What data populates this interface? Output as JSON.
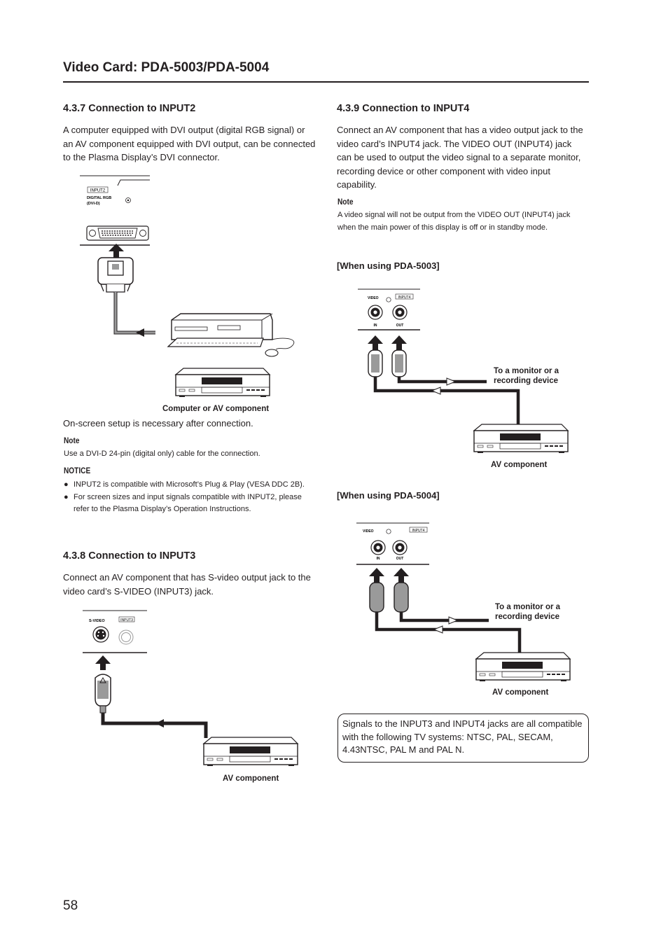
{
  "page": {
    "title": "Video Card: PDA-5003/PDA-5004",
    "page_number": "58"
  },
  "input2": {
    "heading": "4.3.7 Connection to INPUT2",
    "text": "A computer equipped with DVI output (digital RGB signal) or an AV component equipped with DVI output, can be connected to the Plasma Display’s DVI connector.",
    "jack_label": "INPUT2",
    "jack_desc_1": "DIGITAL RGB",
    "jack_desc_2": "(DVI-D)",
    "caption": "Computer or AV component",
    "after_text": "On-screen setup is necessary after connection.",
    "note_heading": "Note",
    "note_text": "Use a DVI-D 24-pin (digital only) cable for the connection.",
    "notice_heading": "NOTICE",
    "notice_items": [
      "INPUT2 is compatible with Microsoft’s Plug & Play (VESA DDC 2B).",
      "For screen sizes and input signals compatible with INPUT2, please refer to the Plasma Display’s Operation Instructions."
    ]
  },
  "input3": {
    "heading": "4.3.8 Connection to INPUT3",
    "text": "Connect an AV component that has S-video output jack to the video card’s S-VIDEO (INPUT3) jack.",
    "jack_name": "S-VIDEO",
    "jack_label": "INPUT3",
    "caption": "AV component"
  },
  "input4": {
    "heading": "4.3.9 Connection to INPUT4",
    "text": "Connect an AV component that has a video output jack to the video card’s INPUT4 jack. The VIDEO OUT (INPUT4) jack can be used to output the video signal to a separate monitor, recording device or other component with video input capability.",
    "note_heading": "Note",
    "note_text": "A video signal will not be output from the VIDEO OUT (INPUT4) jack when the main power of this display is off or in standby mode.",
    "pda5003_heading": "[When using PDA-5003]",
    "pda5004_heading": "[When using PDA-5004]",
    "jack_name": "VIDEO",
    "jack_label": "INPUT4",
    "in_label": "IN",
    "out_label": "OUT",
    "monitor_caption_1": "To a monitor or a",
    "monitor_caption_2": "recording device",
    "av_caption": "AV component",
    "compat_box": "Signals to the INPUT3 and INPUT4 jacks are all compatible with the following TV systems: NTSC, PAL, SECAM, 4.43NTSC, PAL M and PAL N."
  },
  "colors": {
    "ink": "#231f20",
    "cable_gray": "#9a9a9a",
    "panel_gray": "#d9d9d9"
  }
}
